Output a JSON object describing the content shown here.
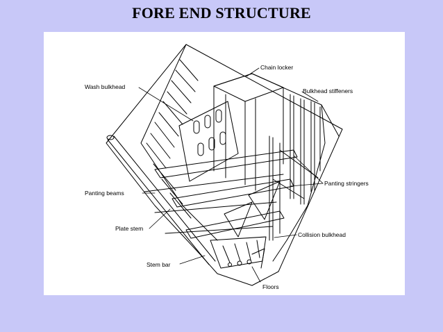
{
  "slide": {
    "title": "FORE END STRUCTURE"
  },
  "diagram": {
    "labels": {
      "chain_locker": "Chain locker",
      "wash_bulkhead": "Wash bulkhead",
      "bulkhead_stiffeners": "Bulkhead stiffeners",
      "panting_stringers": "Panting stringers",
      "panting_beams": "Panting beams",
      "plate_stem": "Plate stem",
      "collision_bulkhead": "Collision bulkhead",
      "stem_bar": "Stem bar",
      "floors": "Floors"
    },
    "colors": {
      "background": "#c8c8f8",
      "panel": "#ffffff",
      "ink": "#000000"
    }
  }
}
